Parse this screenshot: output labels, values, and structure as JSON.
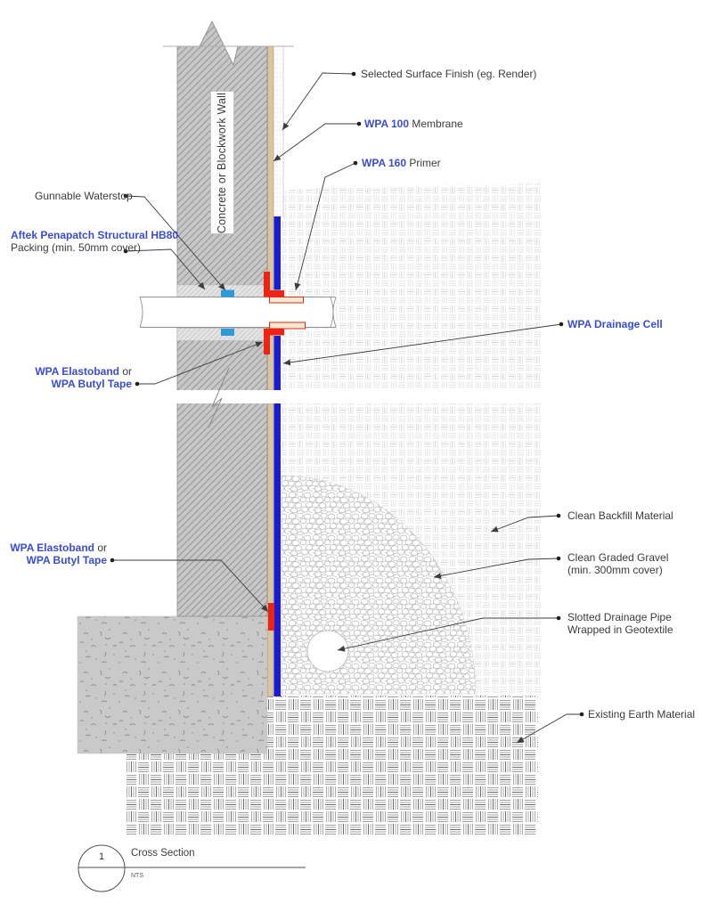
{
  "drawing": {
    "wall_label": "Concrete or Blockwork Wall",
    "labels": {
      "surface_finish": "Selected Surface Finish (eg. Render)",
      "wpa100": {
        "brand": "WPA 100",
        "rest": " Membrane"
      },
      "wpa160": {
        "brand": "WPA 160",
        "rest": " Primer"
      },
      "gunnable_waterstop": "Gunnable Waterstop",
      "aftek": {
        "line1": "Aftek Penapatch Structural HB80",
        "line2": "Packing (min. 50mm cover)"
      },
      "drainage_cell": "WPA Drainage Cell",
      "elastoband": {
        "brand": "WPA Elastoband",
        "or": " or",
        "butyl": "WPA Butyl Tape"
      },
      "backfill": "Clean Backfill Material",
      "gravel": {
        "line1": "Clean Graded Gravel",
        "line2": "(min. 300mm cover)"
      },
      "drainage_pipe": {
        "line1": "Slotted Drainage Pipe",
        "line2": "Wrapped in Geotextile"
      },
      "earth": "Existing Earth Material"
    },
    "title_block": {
      "number": "1",
      "title": "Cross Section",
      "scale": "NTS"
    },
    "colors": {
      "brand_blue": "#3a4cd1",
      "drainage_cell_blue": "#1b1bd4",
      "tape_red": "#ee2316",
      "waterstop_blue": "#2d9bd8",
      "membrane_tan": "#d9c6a0",
      "text": "#3b3b3b"
    }
  }
}
